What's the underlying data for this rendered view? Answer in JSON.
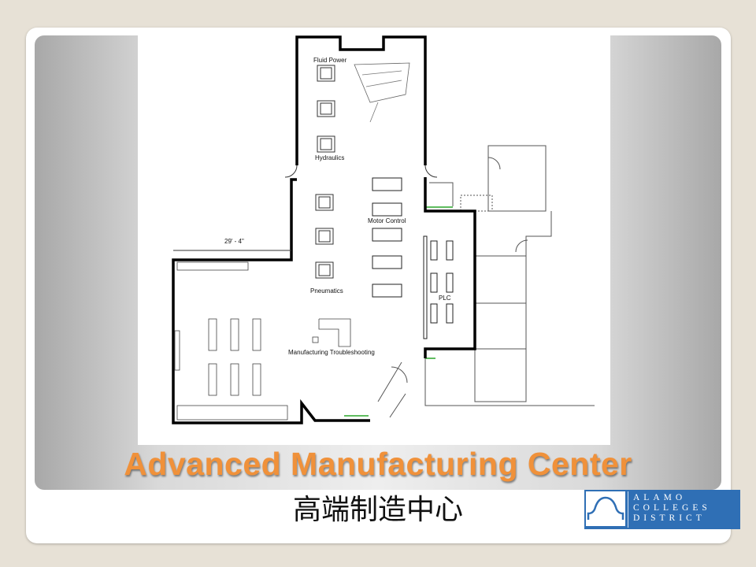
{
  "slide": {
    "title": "Advanced Manufacturing Center",
    "subtitle": "高端制造中心"
  },
  "floor_plan": {
    "labels": {
      "fluid_power": "Fluid Power",
      "hydraulics": "Hydraulics",
      "motor_control": "Motor Control",
      "pneumatics": "Pneumatics",
      "plc": "PLC",
      "manufacturing_troubleshooting": "Manufacturing Troubleshooting",
      "dimension": "29' - 4\""
    }
  },
  "logo": {
    "line1": "ALAMO",
    "line2": "COLLEGES",
    "line3": "DISTRICT",
    "color": "#2f6fb5"
  },
  "colors": {
    "title": "#f0913a",
    "wall": "#000000",
    "accent_green": "#2aa52a"
  }
}
